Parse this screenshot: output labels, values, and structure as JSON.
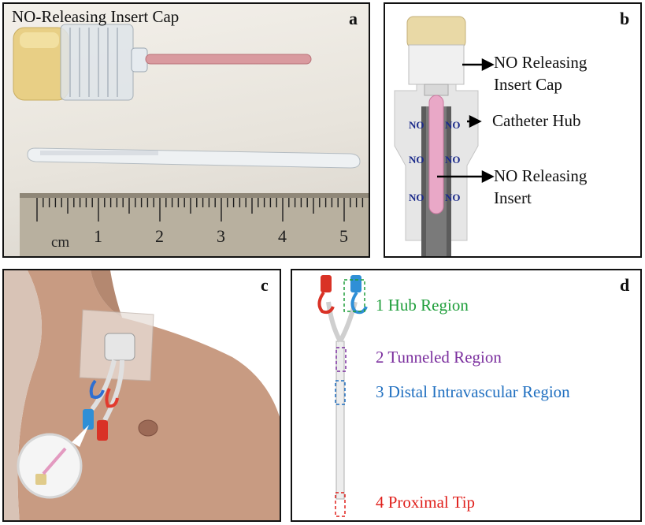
{
  "panel_a": {
    "letter": "a",
    "title": "NO-Releasing Insert Cap",
    "ruler": {
      "unit": "cm",
      "numbers": [
        "1",
        "2",
        "3",
        "4",
        "5"
      ]
    }
  },
  "panel_b": {
    "letter": "b",
    "callouts": [
      {
        "line1": "NO Releasing",
        "line2": "Insert Cap"
      },
      {
        "line1": "Catheter Hub",
        "line2": ""
      },
      {
        "line1": "NO Releasing",
        "line2": "Insert"
      }
    ],
    "molecule_label": "NO"
  },
  "panel_c": {
    "letter": "c"
  },
  "panel_d": {
    "letter": "d",
    "regions": [
      {
        "label": "1 Hub Region",
        "color": "#1e9e3a"
      },
      {
        "label": "2 Tunneled Region",
        "color": "#7b2f9e"
      },
      {
        "label": "3 Distal Intravascular Region",
        "color": "#1f6fc0"
      },
      {
        "label": "4 Proximal Tip",
        "color": "#e0201c"
      }
    ]
  }
}
